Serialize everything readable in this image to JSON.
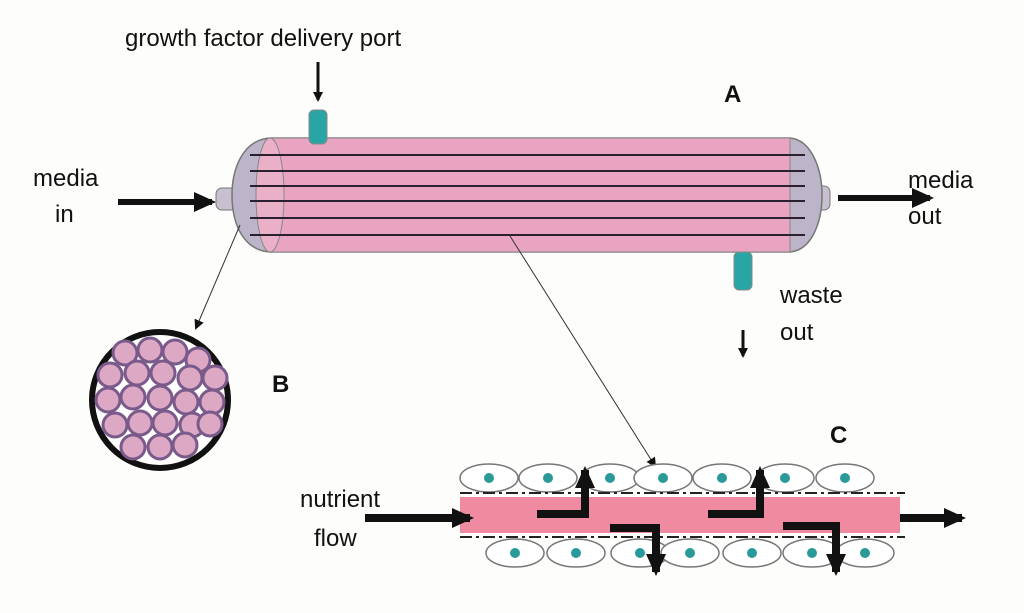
{
  "labels": {
    "growth_port": "growth factor delivery port",
    "panel_a": "A",
    "panel_b": "B",
    "panel_c": "C",
    "media_in_1": "media",
    "media_in_2": "in",
    "media_out_1": "media",
    "media_out_2": "out",
    "waste_1": "waste",
    "waste_2": "out",
    "nutrient_1": "nutrient",
    "nutrient_2": "flow"
  },
  "colors": {
    "tube_body": "#e8a4c0",
    "end_cap": "#b8b0c4",
    "port": "#2aa5a5",
    "fiber": "#2a2030",
    "bundle_fiber_fill": "#dca8c4",
    "bundle_fiber_stroke": "#7a5a8a",
    "channel": "#f08aa0",
    "cell_nucleus": "#2a9a98"
  }
}
